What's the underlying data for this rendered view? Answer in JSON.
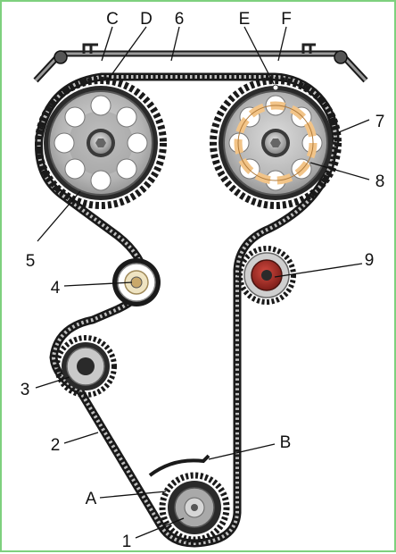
{
  "labels": {
    "C": "C",
    "D": "D",
    "n6": "6",
    "E": "E",
    "F": "F",
    "n7": "7",
    "n8": "8",
    "n5": "5",
    "n4": "4",
    "n9": "9",
    "n3": "3",
    "n2": "2",
    "B": "B",
    "A": "A",
    "n1": "1"
  },
  "colors": {
    "frame": "#7ed07e",
    "belt": "#1a1a1a",
    "sprocket_gray": "#a9a9a9",
    "sprocket_light": "#c9c9c9",
    "timing_marks": "#f2c488",
    "tensioner_red": "#b5322c",
    "idler_cream": "#efe4c2"
  }
}
